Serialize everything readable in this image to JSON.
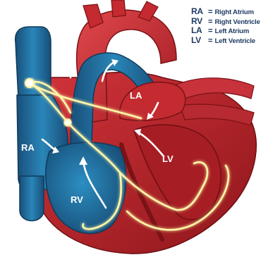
{
  "legend": {
    "items": [
      {
        "abbr": "RA",
        "separator": "=",
        "meaning": "Right Atrium"
      },
      {
        "abbr": "RV",
        "separator": "=",
        "meaning": "Right Ventricle"
      },
      {
        "abbr": "LA",
        "separator": "=",
        "meaning": "Left Atrium"
      },
      {
        "abbr": "LV",
        "separator": "=",
        "meaning": "Left Ventricle"
      }
    ]
  },
  "chamber_labels": {
    "ra": "RA",
    "rv": "RV",
    "la": "LA",
    "lv": "LV"
  },
  "colors": {
    "muscle": "#b11f24",
    "muscle_dark": "#7d1216",
    "blood_blue": "#1f6f9f",
    "blood_blue_dark": "#184f7a",
    "conduction": "#fff3a0",
    "arrow": "#ffffff"
  }
}
